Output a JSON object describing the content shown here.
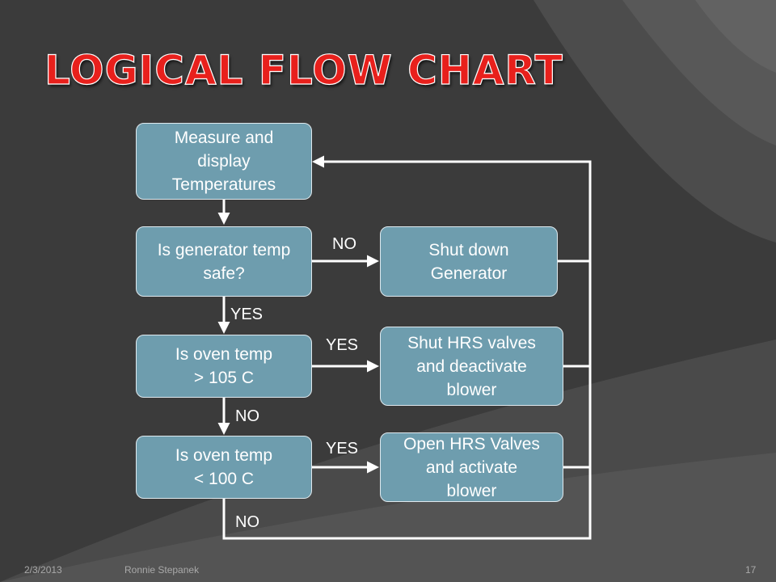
{
  "title": "LOGICAL FLOW CHART",
  "nodes": {
    "measure": "Measure and\ndisplay\nTemperatures",
    "generator_safe": "Is generator temp\nsafe?",
    "shut_down": "Shut down\nGenerator",
    "oven_above": "Is oven temp\n> 105 C",
    "shut_hrs": "Shut HRS valves\nand deactivate\nblower",
    "oven_below": "Is oven temp\n< 100 C",
    "open_hrs": "Open HRS Valves\nand activate\nblower"
  },
  "edge_labels": {
    "generator_no": "NO",
    "generator_yes": "YES",
    "oven_above_yes": "YES",
    "oven_above_no": "NO",
    "oven_below_yes": "YES",
    "oven_below_no": "NO"
  },
  "footer": {
    "date": "2/3/2013",
    "author": "Ronnie  Stepanek",
    "page_number": "17"
  },
  "colors": {
    "title": "#e8201c",
    "box_fill": "#6e9dae",
    "background": "#3b3b3b",
    "connector": "#ffffff"
  }
}
